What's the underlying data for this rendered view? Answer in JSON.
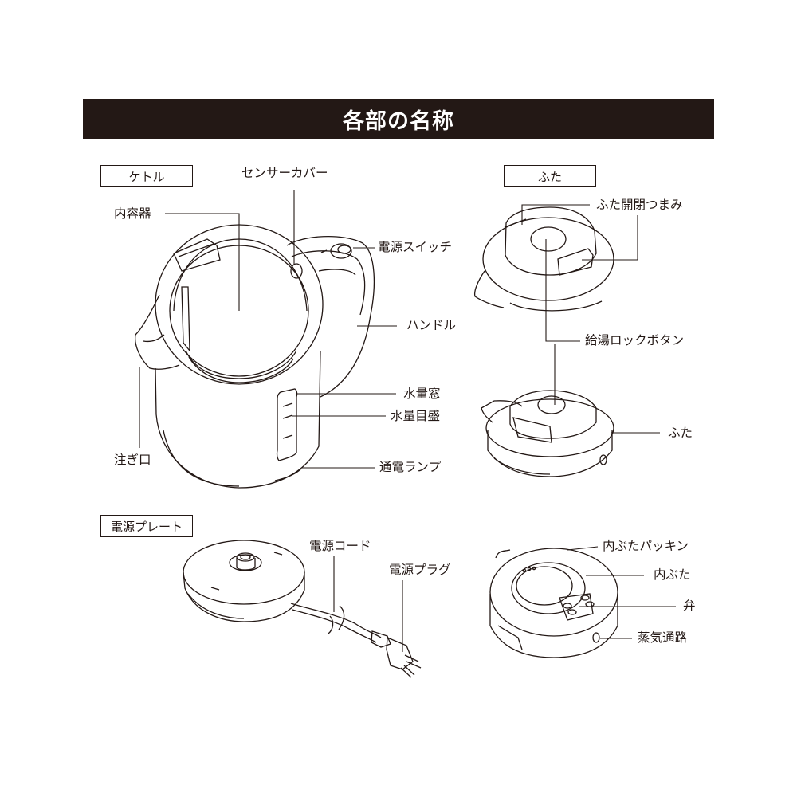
{
  "title": "各部の名称",
  "colors": {
    "header_bg": "#231815",
    "header_text": "#ffffff",
    "line": "#231815"
  },
  "sections": {
    "kettle": {
      "heading": "ケトル",
      "labels": {
        "sensor_cover": "センサーカバー",
        "inner_container": "内容器",
        "power_switch": "電源スイッチ",
        "handle": "ハンドル",
        "water_window": "水量窓",
        "water_scale": "水量目盛",
        "spout": "注ぎ口",
        "power_lamp": "通電ランプ"
      }
    },
    "lid": {
      "heading": "ふた",
      "labels": {
        "lid_knob": "ふた開閉つまみ",
        "lock_button": "給湯ロックボタン",
        "lid": "ふた",
        "inner_lid_packing": "内ぶたパッキン",
        "inner_lid": "内ぶた",
        "valve": "弁",
        "steam_passage": "蒸気通路"
      }
    },
    "power_plate": {
      "heading": "電源プレート",
      "labels": {
        "power_cord": "電源コード",
        "power_plug": "電源プラグ"
      }
    }
  }
}
